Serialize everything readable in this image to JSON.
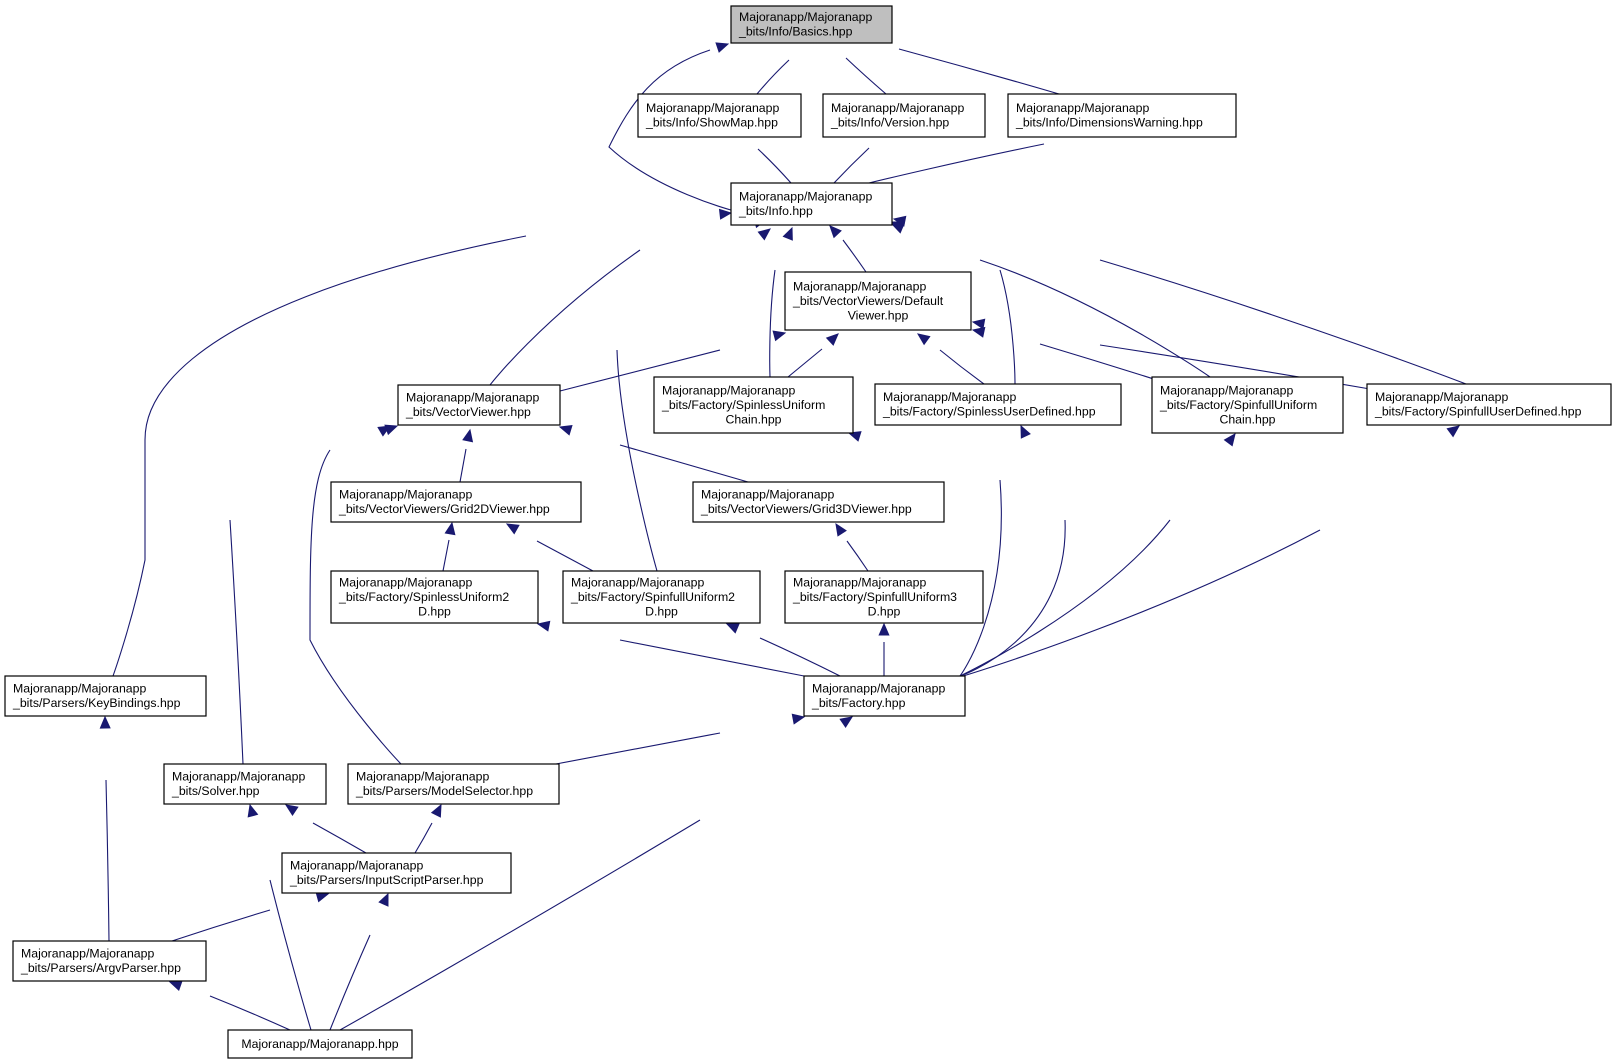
{
  "graph": {
    "root": "basics",
    "colors": {
      "edge": "#191970",
      "root_fill": "#bfbfbf",
      "node_fill": "#ffffff",
      "border": "#000000"
    },
    "nodes": [
      {
        "id": "basics",
        "lines": [
          "Majoranapp/Majoranapp",
          "_bits/Info/Basics.hpp"
        ]
      },
      {
        "id": "showmap",
        "lines": [
          "Majoranapp/Majoranapp",
          "_bits/Info/ShowMap.hpp"
        ]
      },
      {
        "id": "version",
        "lines": [
          "Majoranapp/Majoranapp",
          "_bits/Info/Version.hpp"
        ]
      },
      {
        "id": "dimwarn",
        "lines": [
          "Majoranapp/Majoranapp",
          "_bits/Info/DimensionsWarning.hpp"
        ]
      },
      {
        "id": "info",
        "lines": [
          "Majoranapp/Majoranapp",
          "_bits/Info.hpp"
        ]
      },
      {
        "id": "defaultviewer",
        "lines": [
          "Majoranapp/Majoranapp",
          "_bits/VectorViewers/Default",
          "Viewer.hpp"
        ]
      },
      {
        "id": "vectorviewer",
        "lines": [
          "Majoranapp/Majoranapp",
          "_bits/VectorViewer.hpp"
        ]
      },
      {
        "id": "spinlessuniformchain",
        "lines": [
          "Majoranapp/Majoranapp",
          "_bits/Factory/SpinlessUniform",
          "Chain.hpp"
        ]
      },
      {
        "id": "spinlessuserdefined",
        "lines": [
          "Majoranapp/Majoranapp",
          "_bits/Factory/SpinlessUserDefined.hpp"
        ]
      },
      {
        "id": "spinfulluniformchain",
        "lines": [
          "Majoranapp/Majoranapp",
          "_bits/Factory/SpinfullUniform",
          "Chain.hpp"
        ]
      },
      {
        "id": "spinfulluserdefined",
        "lines": [
          "Majoranapp/Majoranapp",
          "_bits/Factory/SpinfullUserDefined.hpp"
        ]
      },
      {
        "id": "grid2d",
        "lines": [
          "Majoranapp/Majoranapp",
          "_bits/VectorViewers/Grid2DViewer.hpp"
        ]
      },
      {
        "id": "grid3d",
        "lines": [
          "Majoranapp/Majoranapp",
          "_bits/VectorViewers/Grid3DViewer.hpp"
        ]
      },
      {
        "id": "spinlessuniform2d",
        "lines": [
          "Majoranapp/Majoranapp",
          "_bits/Factory/SpinlessUniform2",
          "D.hpp"
        ]
      },
      {
        "id": "spinfulluniform2d",
        "lines": [
          "Majoranapp/Majoranapp",
          "_bits/Factory/SpinfullUniform2",
          "D.hpp"
        ]
      },
      {
        "id": "spinfulluniform3d",
        "lines": [
          "Majoranapp/Majoranapp",
          "_bits/Factory/SpinfullUniform3",
          "D.hpp"
        ]
      },
      {
        "id": "keybindings",
        "lines": [
          "Majoranapp/Majoranapp",
          "_bits/Parsers/KeyBindings.hpp"
        ]
      },
      {
        "id": "factory",
        "lines": [
          "Majoranapp/Majoranapp",
          "_bits/Factory.hpp"
        ]
      },
      {
        "id": "solver",
        "lines": [
          "Majoranapp/Majoranapp",
          "_bits/Solver.hpp"
        ]
      },
      {
        "id": "modelselector",
        "lines": [
          "Majoranapp/Majoranapp",
          "_bits/Parsers/ModelSelector.hpp"
        ]
      },
      {
        "id": "inputscriptparser",
        "lines": [
          "Majoranapp/Majoranapp",
          "_bits/Parsers/InputScriptParser.hpp"
        ]
      },
      {
        "id": "argvparser",
        "lines": [
          "Majoranapp/Majoranapp",
          "_bits/Parsers/ArgvParser.hpp"
        ]
      },
      {
        "id": "majoranapp",
        "lines": [
          "Majoranapp/Majoranapp.hpp"
        ]
      }
    ],
    "edges": [
      {
        "from": "showmap",
        "to": "basics"
      },
      {
        "from": "version",
        "to": "basics"
      },
      {
        "from": "dimwarn",
        "to": "basics"
      },
      {
        "from": "info",
        "to": "basics"
      },
      {
        "from": "showmap",
        "to": "info"
      },
      {
        "from": "version",
        "to": "info"
      },
      {
        "from": "dimwarn",
        "to": "info"
      },
      {
        "from": "keybindings",
        "to": "info"
      },
      {
        "from": "vectorviewer",
        "to": "info"
      },
      {
        "from": "spinfulluniform2d",
        "to": "info"
      },
      {
        "from": "spinlessuniformchain",
        "to": "info"
      },
      {
        "from": "defaultviewer",
        "to": "info"
      },
      {
        "from": "spinlessuserdefined",
        "to": "info"
      },
      {
        "from": "spinfulluniformchain",
        "to": "info"
      },
      {
        "from": "spinfulluserdefined",
        "to": "info"
      },
      {
        "from": "vectorviewer",
        "to": "defaultviewer"
      },
      {
        "from": "spinlessuniformchain",
        "to": "defaultviewer"
      },
      {
        "from": "spinlessuserdefined",
        "to": "defaultviewer"
      },
      {
        "from": "spinfulluniformchain",
        "to": "defaultviewer"
      },
      {
        "from": "spinfulluserdefined",
        "to": "defaultviewer"
      },
      {
        "from": "grid2d",
        "to": "vectorviewer"
      },
      {
        "from": "grid3d",
        "to": "vectorviewer"
      },
      {
        "from": "solver",
        "to": "vectorviewer"
      },
      {
        "from": "modelselector",
        "to": "vectorviewer"
      },
      {
        "from": "spinlessuniform2d",
        "to": "grid2d"
      },
      {
        "from": "spinfulluniform2d",
        "to": "grid2d"
      },
      {
        "from": "spinfulluniform3d",
        "to": "grid3d"
      },
      {
        "from": "factory",
        "to": "spinlessuniform2d"
      },
      {
        "from": "factory",
        "to": "spinfulluniform2d"
      },
      {
        "from": "factory",
        "to": "spinfulluniform3d"
      },
      {
        "from": "factory",
        "to": "spinlessuniformchain"
      },
      {
        "from": "factory",
        "to": "spinlessuserdefined"
      },
      {
        "from": "factory",
        "to": "spinfulluniformchain"
      },
      {
        "from": "factory",
        "to": "spinfulluserdefined"
      },
      {
        "from": "modelselector",
        "to": "factory"
      },
      {
        "from": "majoranapp",
        "to": "factory"
      },
      {
        "from": "inputscriptparser",
        "to": "modelselector"
      },
      {
        "from": "inputscriptparser",
        "to": "solver"
      },
      {
        "from": "majoranapp",
        "to": "solver"
      },
      {
        "from": "argvparser",
        "to": "inputscriptparser"
      },
      {
        "from": "majoranapp",
        "to": "inputscriptparser"
      },
      {
        "from": "argvparser",
        "to": "keybindings"
      },
      {
        "from": "majoranapp",
        "to": "argvparser"
      }
    ]
  }
}
